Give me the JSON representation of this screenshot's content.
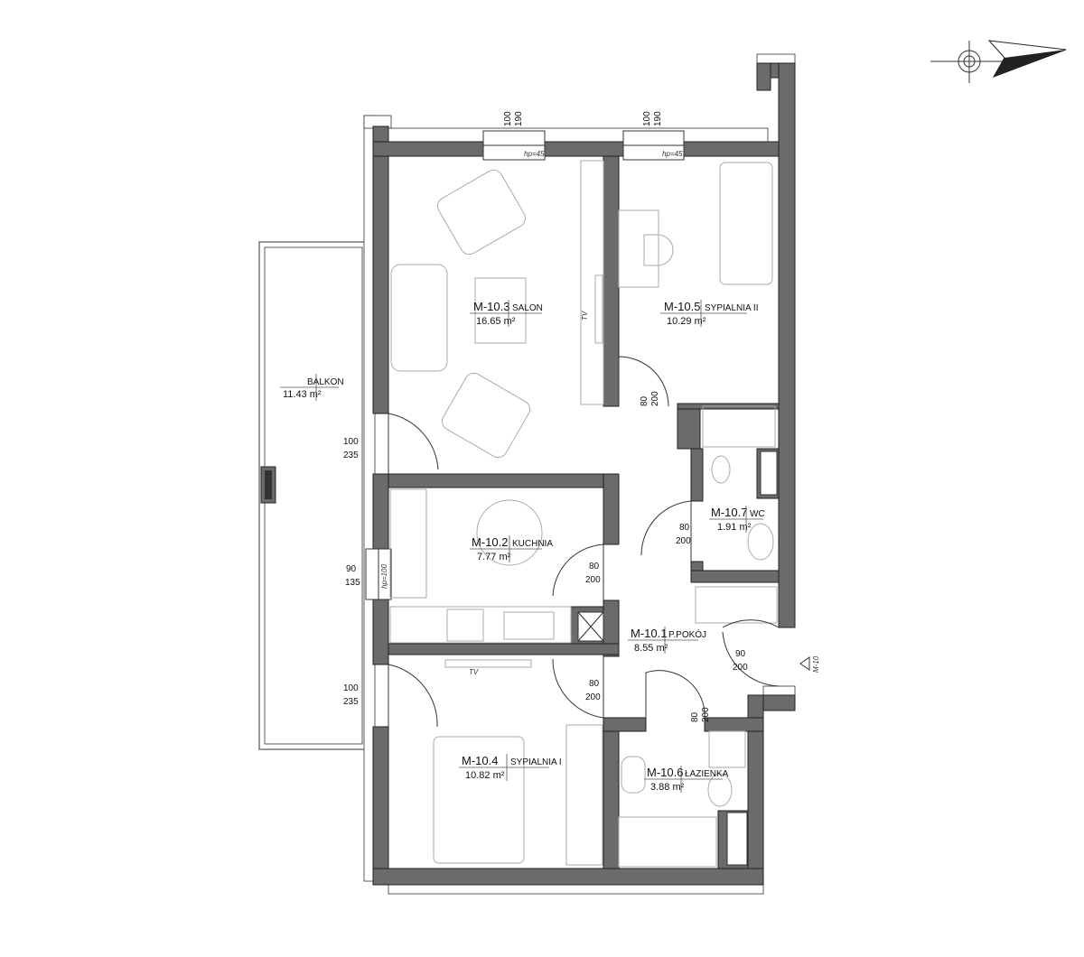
{
  "rooms": [
    {
      "code": "M-10.3",
      "name": "SALON",
      "area": "16.65 m²"
    },
    {
      "code": "M-10.5",
      "name": "SYPIALNIA II",
      "area": "10.29 m²"
    },
    {
      "code": "M-10.2",
      "name": "KUCHNIA",
      "area": "7.77 m²"
    },
    {
      "code": "M-10.7",
      "name": "WC",
      "area": "1.91 m²"
    },
    {
      "code": "M-10.1",
      "name": "P.POKÓJ",
      "area": "8.55 m²"
    },
    {
      "code": "M-10.4",
      "name": "SYPIALNIA I",
      "area": "10.82 m²"
    },
    {
      "code": "M-10.6",
      "name": "ŁAZIENKA",
      "area": "3.88 m²"
    }
  ],
  "balcony": {
    "name": "BALKON",
    "area": "11.43 m²"
  },
  "openings": [
    {
      "w": "100",
      "h": "190",
      "note": "hp=45"
    },
    {
      "w": "100",
      "h": "190",
      "note": "hp=45"
    },
    {
      "w": "100",
      "h": "235"
    },
    {
      "w": "90",
      "h": "135",
      "note": "hp=100"
    },
    {
      "w": "100",
      "h": "235"
    },
    {
      "w": "80",
      "h": "200"
    },
    {
      "w": "80",
      "h": "200"
    },
    {
      "w": "80",
      "h": "200"
    },
    {
      "w": "80",
      "h": "200"
    },
    {
      "w": "80",
      "h": "200"
    },
    {
      "w": "90",
      "h": "200"
    }
  ],
  "tv_labels": [
    "TV",
    "TV"
  ],
  "entrance_marker": "M-10"
}
